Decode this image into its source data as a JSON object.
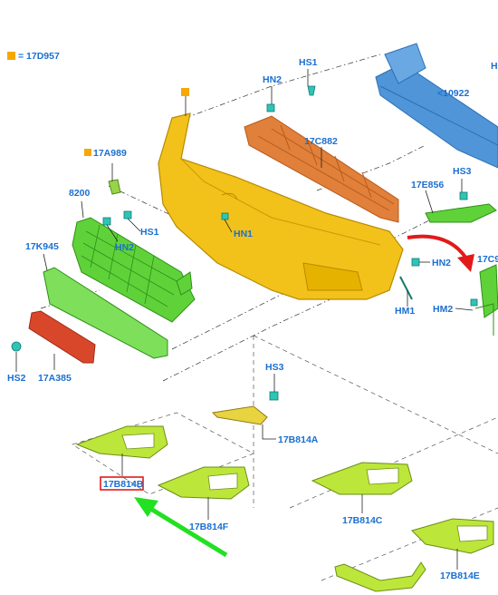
{
  "legend": {
    "swatch_color": "#f5a800",
    "text": "= 17D957"
  },
  "colors": {
    "label_blue": "#1a6fd1",
    "bumper_yellow": "#f2c21b",
    "grille_green": "#5fd23a",
    "lime_part": "#bde63a",
    "orange_absorber": "#e0803a",
    "blue_beam": "#4f95d8",
    "red_strip": "#d9472b",
    "teal_fastener": "#2ec4b6",
    "highlight_red": "#e21a1a",
    "arrow_green": "#22e022",
    "arrow_red": "#e21a1a"
  },
  "labels": {
    "hs1_top": "HS1",
    "hn2_top": "HN2",
    "part_10922": "<10922",
    "part_h_edge": "H",
    "part_17c882": "17C882",
    "part_17a989": "17A989",
    "part_8200": "8200",
    "part_17e856": "17E856",
    "hs3_right": "HS3",
    "hs1_mid": "HS1",
    "hn2_left": "HN2",
    "hn1": "HN1",
    "part_17k945": "17K945",
    "hn2_right": "HN2",
    "part_17c9": "17C9",
    "hm1": "HM1",
    "hm2": "HM2",
    "hs2": "HS2",
    "part_17a385": "17A385",
    "hs3_low": "HS3",
    "part_17b814a": "17B814A",
    "part_17b814b": "17B814B",
    "part_17b814f": "17B814F",
    "part_17b814c": "17B814C",
    "part_17b814e": "17B814E"
  }
}
